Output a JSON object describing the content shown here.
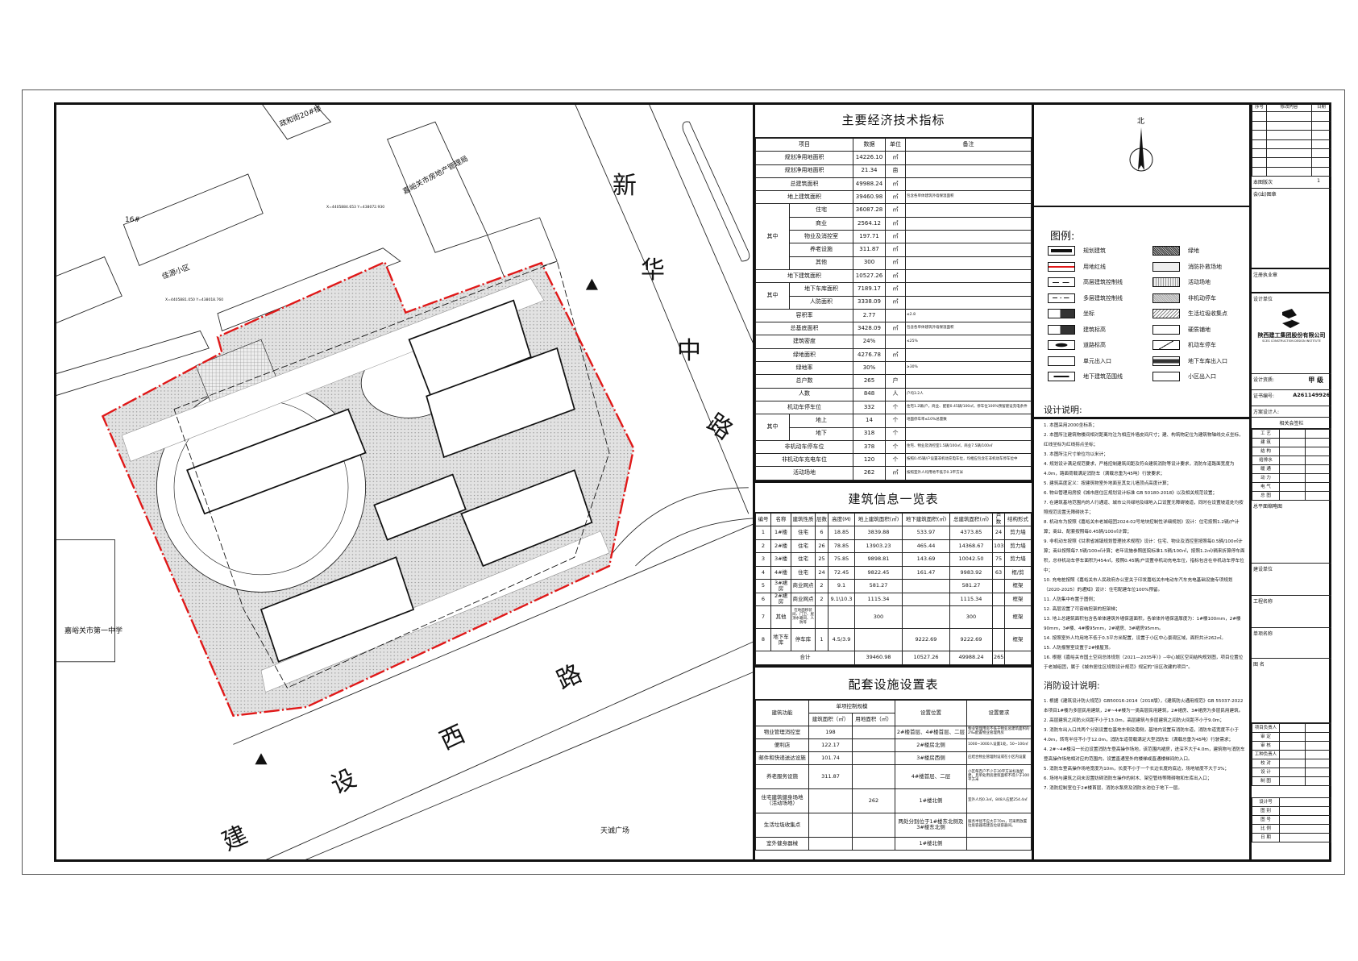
{
  "map": {
    "road_xinhua": [
      "新",
      "华",
      "中",
      "路"
    ],
    "road_jianshe": [
      "建",
      "设",
      "西",
      "路"
    ],
    "labels": {
      "zhenghe": "政和街20#楼",
      "fangdichan": "嘉峪关市房地产管理局",
      "b16": "16#",
      "jiayuan": "佳源小区",
      "school": "嘉峪关市第一中学",
      "tiancheng": "天诚广场",
      "coord1": "X=4405884.653 Y=438072.930",
      "coord2": "X=4405881.050 Y=438018.760"
    },
    "colors": {
      "redline": "#e01818",
      "green": "#cfcfcf"
    }
  },
  "econ": {
    "title": "主要经济技术指标",
    "headers": [
      "项目",
      "数据",
      "单位",
      "备注"
    ],
    "rows": [
      {
        "item": "规划净用地面积",
        "value": "14226.10",
        "unit": "㎡",
        "note": ""
      },
      {
        "item": "规划净用地面积",
        "value": "21.34",
        "unit": "亩",
        "note": ""
      },
      {
        "item": "总建筑面积",
        "value": "49988.24",
        "unit": "㎡",
        "note": ""
      },
      {
        "item": "地上建筑面积",
        "value": "39460.98",
        "unit": "㎡",
        "note": "包含各单体建筑外墙保温面积"
      },
      {
        "group": "其中",
        "items": [
          {
            "item": "住宅",
            "value": "36087.28",
            "unit": "㎡",
            "note": ""
          },
          {
            "item": "商业",
            "value": "2564.12",
            "unit": "㎡",
            "note": ""
          },
          {
            "item": "物业及消控室",
            "value": "197.71",
            "unit": "㎡",
            "note": ""
          },
          {
            "item": "养老设施",
            "value": "311.87",
            "unit": "㎡",
            "note": ""
          },
          {
            "item": "其他",
            "value": "300",
            "unit": "㎡",
            "note": ""
          }
        ]
      },
      {
        "item": "地下建筑面积",
        "value": "10527.26",
        "unit": "㎡",
        "note": ""
      },
      {
        "group": "其中",
        "items": [
          {
            "item": "地下车库面积",
            "value": "7189.17",
            "unit": "㎡",
            "note": ""
          },
          {
            "item": "人防面积",
            "value": "3338.09",
            "unit": "㎡",
            "note": ""
          }
        ]
      },
      {
        "item": "容积率",
        "value": "2.77",
        "unit": "",
        "note": "≤2.8"
      },
      {
        "item": "总基底面积",
        "value": "3428.09",
        "unit": "㎡",
        "note": "包含各单体建筑外墙保温面积"
      },
      {
        "item": "建筑密度",
        "value": "24%",
        "unit": "",
        "note": "≤25%"
      },
      {
        "item": "绿地面积",
        "value": "4276.78",
        "unit": "㎡",
        "note": ""
      },
      {
        "item": "绿地率",
        "value": "30%",
        "unit": "",
        "note": "≥30%"
      },
      {
        "item": "总户数",
        "value": "265",
        "unit": "户",
        "note": ""
      },
      {
        "item": "人数",
        "value": "848",
        "unit": "人",
        "note": "户均3.2人"
      },
      {
        "item": "机动车停车位",
        "value": "332",
        "unit": "个",
        "note": "住宅1.2辆/户，商业、配套0.45辆/100㎡，停车位100%预留建设充电条件"
      },
      {
        "group": "其中",
        "items": [
          {
            "item": "地上",
            "value": "14",
            "unit": "个",
            "note": "地面停车率≤10%总量数"
          },
          {
            "item": "地下",
            "value": "318",
            "unit": "个",
            "note": ""
          }
        ]
      },
      {
        "item": "非机动车停车位",
        "value": "378",
        "unit": "个",
        "note": "住宅、物业及消控室1.5辆/100㎡，商业7.5辆/100㎡"
      },
      {
        "item": "非机动车充电车位",
        "value": "120",
        "unit": "个",
        "note": "按照0.45辆/户设置非机动充电车位，均相应包含在非机动车停车位中"
      },
      {
        "item": "活动场地",
        "value": "262",
        "unit": "㎡",
        "note": "按照室外人均用地不低于0.3平方米"
      }
    ]
  },
  "buildings": {
    "title": "建筑信息一览表",
    "headers": [
      "编号",
      "名称",
      "建筑性质",
      "层数",
      "高度(M)",
      "地上建筑面积(㎡)",
      "地下建筑面积(㎡)",
      "总建筑面积(㎡)",
      "户数",
      "结构形式"
    ],
    "rows": [
      [
        "1",
        "1#楼",
        "住宅",
        "6",
        "18.85",
        "3839.88",
        "533.97",
        "4373.85",
        "24",
        "剪力墙"
      ],
      [
        "2",
        "2#楼",
        "住宅",
        "26",
        "78.85",
        "13903.23",
        "465.44",
        "14368.67",
        "103",
        "剪力墙"
      ],
      [
        "3",
        "3#楼",
        "住宅",
        "25",
        "75.85",
        "9898.81",
        "143.69",
        "10042.50",
        "75",
        "剪力墙"
      ],
      [
        "4",
        "4#楼",
        "住宅",
        "24",
        "72.45",
        "9822.45",
        "161.47",
        "9983.92",
        "63",
        "框/剪"
      ],
      [
        "5",
        "3#裙房",
        "商业网点",
        "2",
        "9.1",
        "581.27",
        "",
        "581.27",
        "",
        "框架"
      ],
      [
        "6",
        "2#裙房",
        "商业网点",
        "2",
        "9.1\\10.3",
        "1115.34",
        "",
        "1115.34",
        "",
        "框架"
      ],
      [
        "7",
        "其他",
        "在地面移装间、门卫、屋顶水箱间、人防等",
        "",
        "",
        "300",
        "",
        "300",
        "",
        "框架"
      ],
      [
        "8",
        "地下车库",
        "停车库",
        "1",
        "4.5/3.9",
        "",
        "9222.69",
        "9222.69",
        "",
        "框架"
      ]
    ],
    "total": {
      "label": "合计",
      "above": "39460.98",
      "below": "10527.26",
      "sum": "49988.24",
      "households": "265"
    }
  },
  "facilities": {
    "title": "配套设施设置表",
    "headers": {
      "function": "建筑功能",
      "scale": "单项控制规模",
      "floor_area": "建筑面积（㎡）",
      "land_area": "用地面积（㎡）",
      "location": "设置位置",
      "requirement": "设置要求"
    },
    "rows": [
      [
        "物业管理消控室",
        "198",
        "",
        "2#楼首层、4#楼首层、二层",
        "物业管理用房不低于物业总建筑面积的2‰配置物业管理用房"
      ],
      [
        "便利店",
        "122.17",
        "",
        "2#楼房北侧",
        "1000~3000人设置1处，50~100㎡"
      ],
      [
        "邮件和快递送达设施",
        "101.74",
        "",
        "3#楼房西侧",
        "应结合物业管理附设或在小区内设置"
      ],
      [
        "养老服务设施",
        "311.87",
        "",
        "4#楼首层、二层",
        "小区每百户不少于30平方米标准配建，且单处用房建筑面积不得少于300平方米"
      ],
      [
        "住宅建筑健身场地（活动场地）",
        "",
        "262",
        "1#楼北侧",
        "室外人均0.3㎡，848人应配254.4㎡"
      ],
      [
        "生活垃圾收集点",
        "",
        "",
        "两处分别位于1#楼东北侧及3#楼东北侧",
        "服务半径不应大于70m，可采用放置垃圾容器或建造垃圾容器间。"
      ],
      [
        "室外健身器械",
        "",
        "",
        "1#楼北侧",
        ""
      ]
    ]
  },
  "legend": {
    "title": "图例:",
    "left": [
      "规划建筑",
      "用地红线",
      "高层建筑控制线",
      "多层建筑控制线",
      "坐标",
      "建筑标高",
      "道路标高",
      "单元出入口",
      "地下建筑范围线"
    ],
    "right": [
      "绿地",
      "消防扑救场地",
      "活动场地",
      "非机动停车",
      "生活垃圾收集点",
      "硬质铺地",
      "机动车停车",
      "地下车库出入口",
      "小区出入口"
    ]
  },
  "design_notes": {
    "title": "设计说明:",
    "items": [
      "1. 本图采用2000坐标系；",
      "2. 本图所注建筑物楼间相对距离均注为相应外墙皮间尺寸；建、构筑物定位为建筑物轴线交点坐标，红线坐标为红线拐点坐标；",
      "3. 本图所注尺寸单位均以米计；",
      "4. 规划设计满足规范要求，严格控制建筑间距及符合建筑消防等设计要求，消防车道路面宽度为4.0m，路面荷载满足消防车（满载总重为45吨）行驶要求；",
      "5. 建筑高度定义：按建筑物室外地面至其女儿墙顶点高度计算；",
      "6. 物业管理用房按《城市居住区规划设计标准 GB 50180-2018》以及相关规范设置；",
      "7. 在建筑基地范围内的人行通道、城市公共绿地及绿地入口设置无障碍坡道，同时在设置坡道处均按照规范设置无障碍扶手；",
      "8. 机动车为按照《嘉峪关市老城组团2024-02号地块控制性详细规划》设计：住宅按照1.2辆/户计算；商业、配套按照每0.45辆/100㎡计算；",
      "9. 非机动车按照《甘肃省城镇规划管理技术规程》设计：住宅、物业及消控室按照每0.5辆/100㎡计算；商业按照每7.5辆/100㎡计算；老年设施参照医院标准1.5辆/100㎡，按照1.2㎡/辆来折算停车面积，总非机动车停车面积为454㎡，按照0.45辆/户设置非机动充电车位，指标包含在非机动车停车位中；",
      "10. 充电桩按照《嘉峪关市人民政府办公室关于印发嘉峪关市电动车汽车充电基础设施专项规划（2020-2025）的通知》设计：住宅配建车位100%预留。",
      "11. 人防集中布置于图例；",
      "12. 高层设置了可容纳担架的担架梯；",
      "13. 地上总建筑面积包含各单体建筑外墙保温面积，各单体外墙保温厚度为：1#楼100mm，2#楼90mm，3#楼、4#楼95mm，2#裙房、3#裙房95mm。",
      "14. 按照室外人均用地不低于0.3平方米配置，设置于小区中心景观区域，面积共计262㎡。",
      "15. 人防报警室设置于2#楼屋顶。",
      "16. 根据《嘉峪关市国土空间总体规划（2021—2035年）》--中心城区空间结构规划图，项目位置位于老城组团，属于《城市居住区规划设计规范》规定的“旧区改建的项目”。"
    ]
  },
  "fire_notes": {
    "title": "消防设计说明:",
    "items": [
      "1. 根据《建筑设计防火规范》GB50016-2014（2018版），《建筑防火通用规范》GB 55037-2022 本项目1#楼为多层民用建筑，2#~4#楼为一类高层民用建筑，2#裙房、3#裙房为多层民用建筑。",
      "2. 高层建筑之间防火间距不小于13.0m，高层建筑与多层建筑之间防火间距不小于9.0m；",
      "3. 消防车出入口共两个分别设置在基地东侧及南侧，基地内设置有消防车道，消防车道宽度不小于4.0m，转弯半径不小于12.0m，消防车道荷载满足大型消防车（满载总重为45吨）行驶需求；",
      "4. 2#~4#楼沿一长边设置消防车登高操作场地，该范围内裙房，进深不大于4.0m，建筑物与消防车登高操作场地相对应的范围内，设置直通室外的楼梯或直通楼梯间的入口。",
      "5. 消防车登高操作场地宽度为10m，长度不小于一个长边长度的底边，场地坡度不大于3%；",
      "6. 场地与建筑之间未设置妨碍消防车操作的树木、架空管线等障碍物和车库出入口；",
      "7. 消防控制室位于2#楼首层，消防水泵房及消防水池位于地下一层。"
    ]
  },
  "title_block": {
    "rev_headers": [
      "序号",
      "修改内容",
      "日期"
    ],
    "edition_label": "本图版次",
    "edition": "1",
    "seal_label": "会(出)图章",
    "reg_seal_label": "注册执业章",
    "design_unit_label": "设计单位",
    "company": "陕西建工集团股份有限公司",
    "company_en": "SCEG CONSTRUCTION DESIGN INSTITUTE",
    "qualification_label": "设计资质:",
    "qualification": "甲 级",
    "cert_label": "证书编号:",
    "cert": "A261149926",
    "designer_label": "方案设计人:",
    "countersign_label": "相关会签栏",
    "countersign": [
      "工 艺",
      "建 筑",
      "结 构",
      "给排水",
      "暖 通",
      "动 力",
      "电 气",
      "总 图"
    ],
    "thumb_label": "总平面缩略图",
    "client_label": "建设单位",
    "project_label": "工程名称",
    "item_label": "单项名称",
    "drawing_label": "图 名",
    "signers": [
      "项目负责人",
      "审 定",
      "审 核",
      "工种负责人",
      "校 对",
      "设 计",
      "制 图"
    ],
    "info": [
      "设计号",
      "图 别",
      "图 号",
      "比 例",
      "日 期"
    ]
  }
}
